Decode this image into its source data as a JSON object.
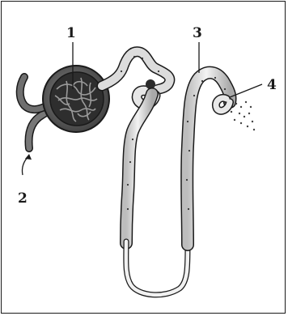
{
  "diagram": {
    "labels": [
      {
        "id": "1",
        "text": "1"
      },
      {
        "id": "2",
        "text": "2"
      },
      {
        "id": "3",
        "text": "3"
      },
      {
        "id": "4",
        "text": "4"
      }
    ],
    "colors": {
      "outline": "#1a1a1a",
      "tubule_fill": "#d9d9d9",
      "tubule_highlight": "#f4f4f4",
      "capsule_fill": "#555555",
      "glomerulus_fill": "#2b2b2b",
      "vessel_fill": "#6a6a6a",
      "background": "#ffffff"
    }
  }
}
